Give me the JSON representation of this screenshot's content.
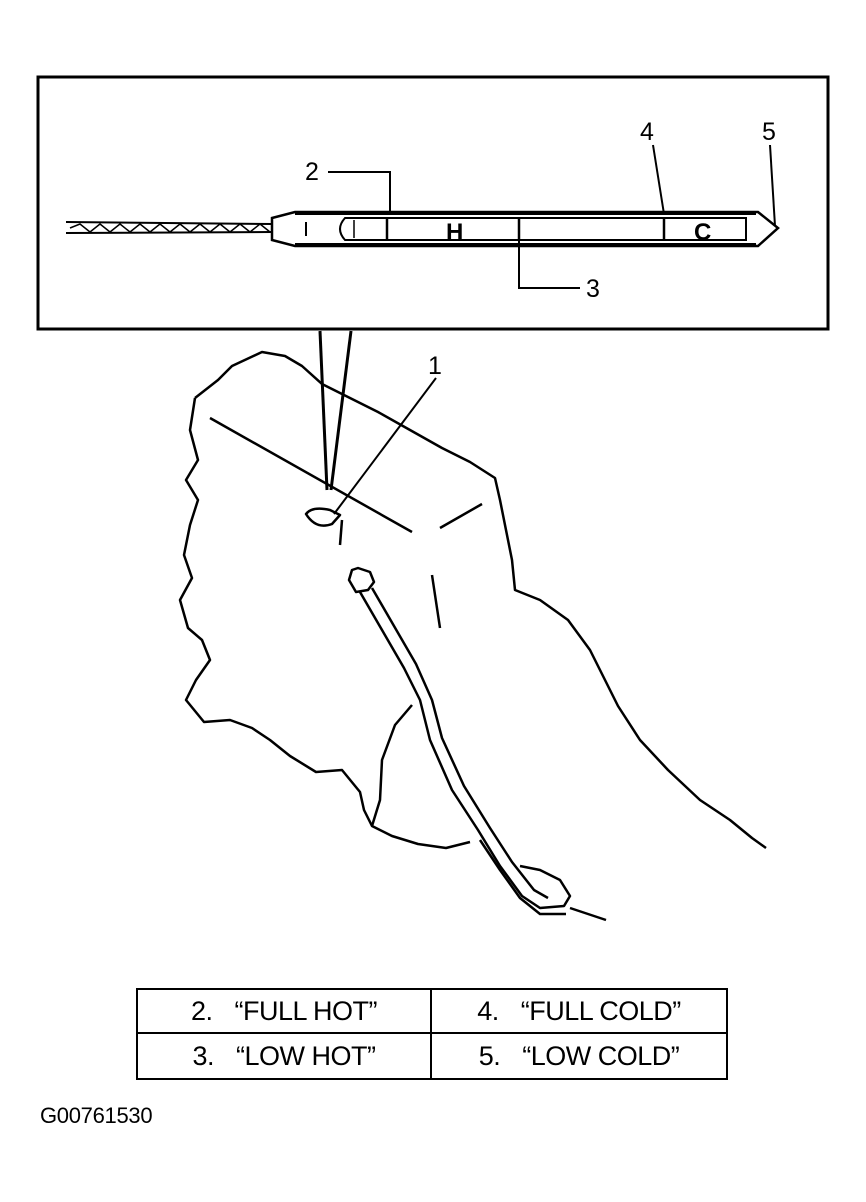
{
  "callouts": {
    "c1": "1",
    "c2": "2",
    "c3": "3",
    "c4": "4",
    "c5": "5"
  },
  "dipstick_marks": {
    "hot": "H",
    "cold": "C"
  },
  "legend": {
    "items": [
      {
        "number": "2.",
        "label": "“FULL HOT”"
      },
      {
        "number": "4.",
        "label": "“FULL COLD”"
      },
      {
        "number": "3.",
        "label": "“LOW HOT”"
      },
      {
        "number": "5.",
        "label": "“LOW COLD”"
      }
    ]
  },
  "figure_id": "G00761530"
}
